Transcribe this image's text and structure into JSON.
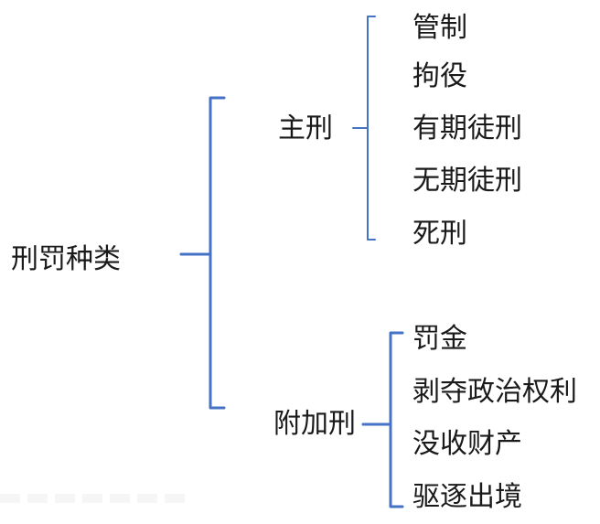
{
  "colors": {
    "bracket": "#4472c4",
    "text": "#1a1a1a"
  },
  "root": {
    "label": "刑罚种类"
  },
  "main": {
    "label": "主刑",
    "items": [
      "管制",
      "拘役",
      "有期徒刑",
      "无期徒刑",
      "死刑"
    ]
  },
  "supplementary": {
    "label": "附加刑",
    "items": [
      "罚金",
      "剥夺政治权利",
      "没收财产",
      "驱逐出境"
    ]
  }
}
